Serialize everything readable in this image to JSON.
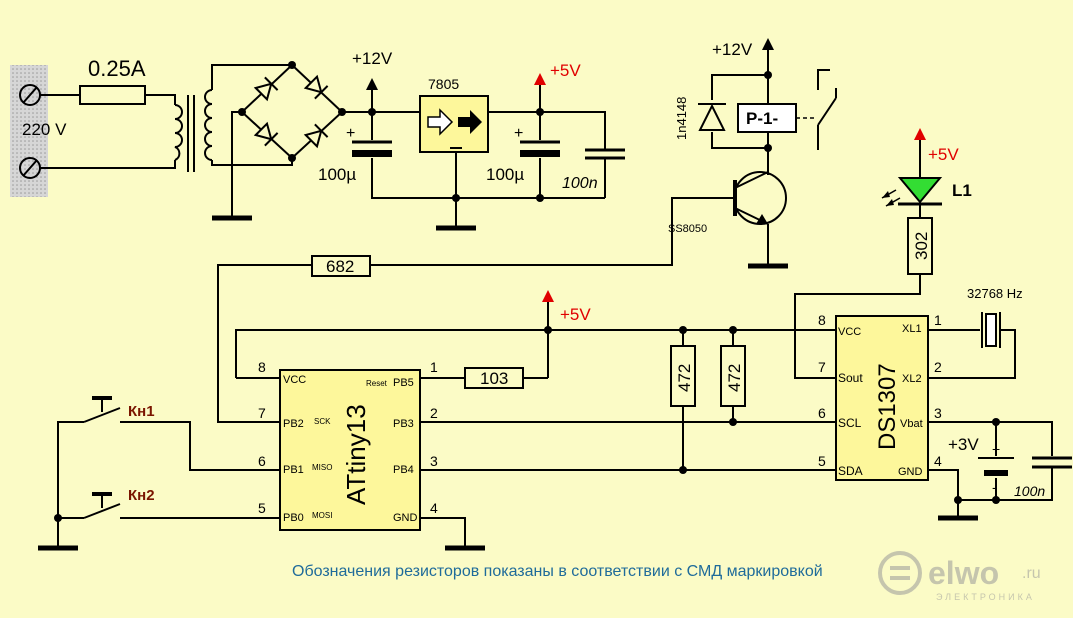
{
  "labels": {
    "fuse": "0.25A",
    "mains": "220 V",
    "v12_top": "+12V",
    "v12_relay": "+12V",
    "reg": "7805",
    "v5_top": "+5V",
    "v5_mid": "+5V",
    "v5_led": "+5V",
    "cap1": "100µ",
    "cap2": "100µ",
    "cap3": "100n",
    "cap4": "100n",
    "diode": "1n4148",
    "relay": "P-1-",
    "transistor": "SS8050",
    "led": "L1",
    "r_base": "682",
    "r_led": "302",
    "r_reset": "103",
    "r_pull1": "472",
    "r_pull2": "472",
    "crystal": "32768 Hz",
    "battery": "+3V",
    "btn1": "Кн1",
    "btn2": "Кн2",
    "mcu_name": "ATtiny13",
    "rtc_name": "DS1307",
    "caption": "Обозначения резисторов показаны в соответствии с СМД маркировкой",
    "logo_main": "elwo",
    "logo_tld": ".ru",
    "logo_sub": "ЭЛЕКТРОНИКА"
  },
  "mcu_pins": {
    "vcc": "VCC",
    "reset": "Reset",
    "pb5": "PB5",
    "pb2": "PB2",
    "sck": "SCK",
    "pb3": "PB3",
    "pb1": "PB1",
    "miso": "MISO",
    "pb4": "PB4",
    "pb0": "PB0",
    "mosi": "MOSI",
    "gnd": "GND",
    "n8": "8",
    "n7": "7",
    "n6": "6",
    "n5": "5",
    "n1": "1",
    "n2": "2",
    "n3": "3",
    "n4": "4"
  },
  "rtc_pins": {
    "vcc": "VCC",
    "sout": "Sout",
    "scl": "SCL",
    "sda": "SDA",
    "xl1": "XL1",
    "xl2": "XL2",
    "vbat": "Vbat",
    "gnd": "GND",
    "n8": "8",
    "n7": "7",
    "n6": "6",
    "n5": "5",
    "n1": "1",
    "n2": "2",
    "n3": "3",
    "n4": "4"
  },
  "colors": {
    "background": "#fbfbc6",
    "chip": "#fdf79b",
    "led": "#33dd33",
    "arrow": "#e00000",
    "caption": "#1f6b9a",
    "button_label": "#7a1500",
    "logo": "#9a9a9a",
    "terminal_bg": "#c8c8c8"
  }
}
